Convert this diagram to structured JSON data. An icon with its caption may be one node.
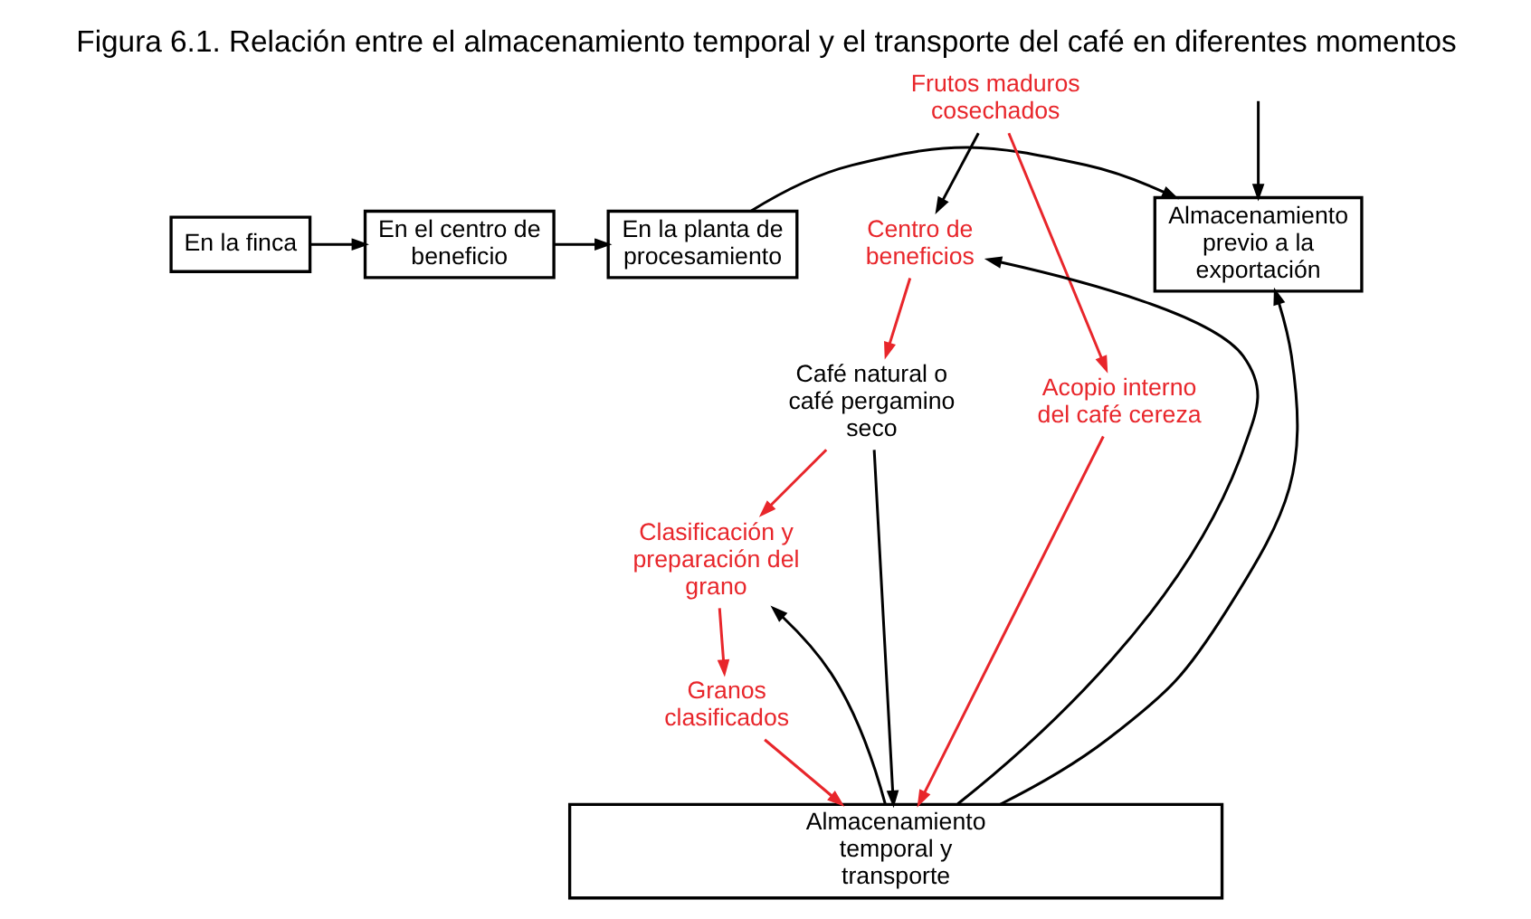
{
  "diagram": {
    "title": "Figura 6.1. Relación entre el almacenamiento temporal y el transporte del café en diferentes momentos",
    "nodes": [
      {
        "text": [
          "En la finca"
        ]
      },
      {
        "text": [
          "En el centro de beneficio"
        ]
      },
      {
        "text": [
          "En la planta de procesamiento"
        ]
      },
      {
        "text": [
          "Almacenamiento previo a la exportación"
        ]
      },
      {
        "text": [
          "Frutos maduros cosechados"
        ]
      },
      {
        "text": [
          "Acopio interno del café cereza"
        ]
      },
      {
        "text": [
          "Centro de beneficios"
        ]
      },
      {
        "text": [
          "Café natural o café pergamino seco"
        ]
      },
      {
        "text": [
          "Clasificación y preparación del grano"
        ]
      },
      {
        "text": [
          "Granos clasificados"
        ]
      },
      {
        "text": [
          "Almacenamiento temporal y transporte"
        ]
      }
    ],
    "edges": [
      {
        "from": 0,
        "to": 1,
        "arrow": "to"
      },
      {
        "from": 1,
        "to": 2,
        "arrow": "to"
      },
      {
        "from": 2,
        "to": 3,
        "arrow": "to"
      },
      {
        "from": 4,
        "to": 5,
        "arrow": "to",
        "color": "#e8262b"
      },
      {
        "from": 4,
        "to": 6,
        "arrow": "to"
      },
      {
        "from": 5,
        "to": 10,
        "arrow": "to",
        "color": "#e8262b"
      },
      {
        "from": 10,
        "to": 6,
        "arrow": "to"
      },
      {
        "from": 6,
        "to": 7,
        "arrow": "to",
        "color": "#e8262b"
      },
      {
        "from": 7,
        "to": 10,
        "arrow": "to"
      },
      {
        "from": 7,
        "to": 8,
        "arrow": "to",
        "color": "#e8262b"
      },
      {
        "from": 10,
        "to": 8,
        "arrow": "to"
      },
      {
        "from": 8,
        "to": 9,
        "arrow": "to",
        "color": "#e8262b"
      },
      {
        "from": 9,
        "to": 10,
        "arrow": "to",
        "color": "#e8262b"
      },
      {
        "from": null,
        "to": 3,
        "arrow": "to"
      },
      {
        "from": 10,
        "to": 3,
        "arrow": "to"
      }
    ]
  }
}
